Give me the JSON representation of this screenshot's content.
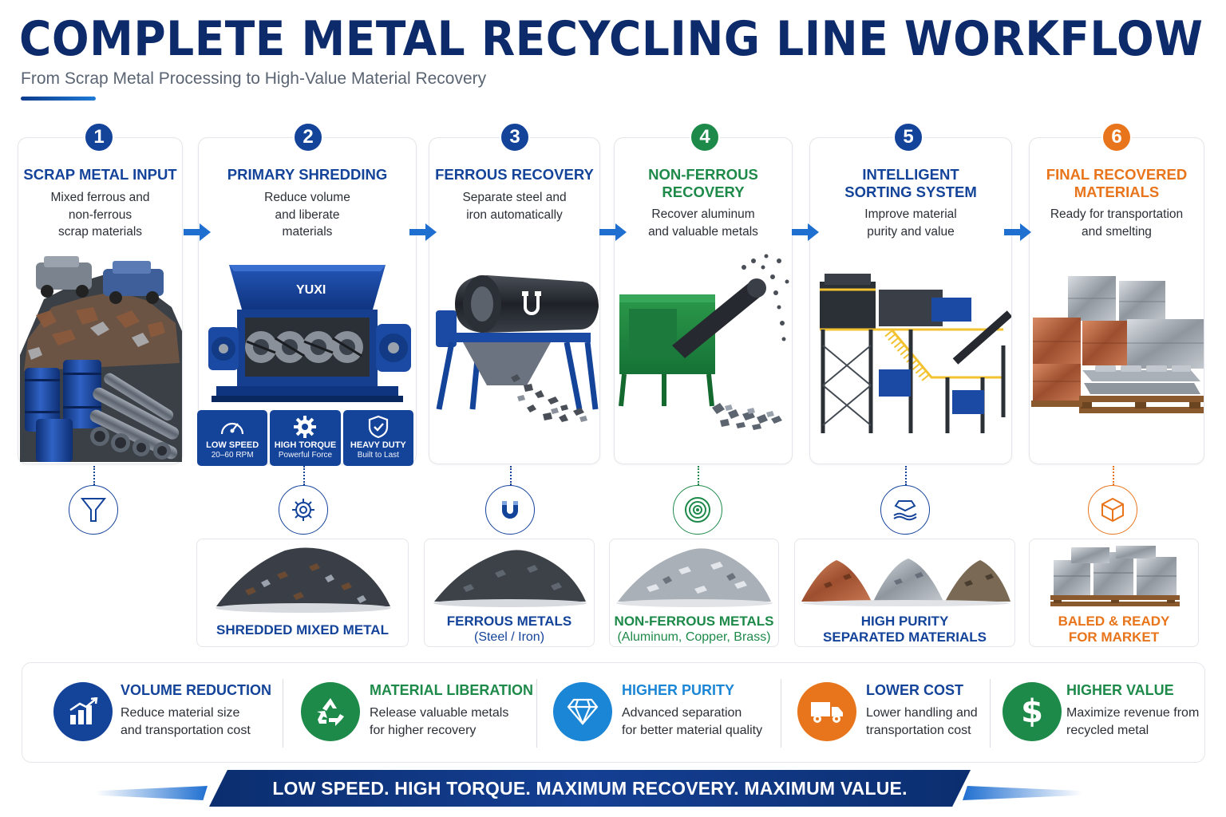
{
  "header": {
    "title": "COMPLETE METAL RECYCLING LINE WORKFLOW",
    "subtitle": "From Scrap Metal Processing to High-Value Material Recovery"
  },
  "colors": {
    "blue": "#14439a",
    "green": "#1e8a4a",
    "orange": "#e8741b",
    "navy": "#0d2a6b"
  },
  "steps": [
    {
      "number": "1",
      "title": "SCRAP METAL INPUT",
      "description": "Mixed ferrous and\nnon-ferrous\nscrap materials",
      "connector_icon": "funnel-icon"
    },
    {
      "number": "2",
      "title": "PRIMARY SHREDDING",
      "description": "Reduce volume\nand liberate\nmaterials",
      "machine_brand": "YUXI",
      "connector_icon": "gear-icon"
    },
    {
      "number": "3",
      "title": "FERROUS RECOVERY",
      "description": "Separate steel and\niron automatically",
      "connector_icon": "magnet-icon"
    },
    {
      "number": "4",
      "title_line1": "NON-FERROUS",
      "title_line2": "RECOVERY",
      "description": "Recover aluminum\nand valuable metals",
      "connector_icon": "eddy-current-icon"
    },
    {
      "number": "5",
      "title_line1": "INTELLIGENT",
      "title_line2": "SORTING SYSTEM",
      "description": "Improve material\npurity and value",
      "connector_icon": "sorting-hand-icon"
    },
    {
      "number": "6",
      "title_line1": "FINAL RECOVERED",
      "title_line2": "MATERIALS",
      "description": "Ready for transportation\nand smelting",
      "connector_icon": "box-icon"
    }
  ],
  "shredder_features": [
    {
      "label": "LOW SPEED",
      "sub": "20–60 RPM",
      "icon": "speedometer-icon"
    },
    {
      "label": "HIGH TORQUE",
      "sub": "Powerful Force",
      "icon": "gear-icon"
    },
    {
      "label": "HEAVY DUTY",
      "sub": "Built to Last",
      "icon": "shield-check-icon"
    }
  ],
  "outputs": [
    {
      "label": "SHREDDED MIXED METAL"
    },
    {
      "label": "FERROUS METALS",
      "sub": "(Steel / Iron)"
    },
    {
      "label": "NON-FERROUS METALS",
      "sub": "(Aluminum, Copper, Brass)"
    },
    {
      "label_line1": "HIGH PURITY",
      "label_line2": "SEPARATED MATERIALS"
    },
    {
      "label_line1": "BALED & READY",
      "label_line2": "FOR MARKET"
    }
  ],
  "benefits": [
    {
      "title": "VOLUME REDUCTION",
      "description": "Reduce material size\nand transportation cost",
      "icon": "bar-chart-icon"
    },
    {
      "title": "MATERIAL LIBERATION",
      "description": "Release valuable metals\nfor higher recovery",
      "icon": "recycle-icon"
    },
    {
      "title": "HIGHER PURITY",
      "description": "Advanced separation\nfor better material quality",
      "icon": "diamond-icon"
    },
    {
      "title": "LOWER COST",
      "description": "Lower handling and\ntransportation cost",
      "icon": "truck-icon"
    },
    {
      "title": "HIGHER VALUE",
      "description": "Maximize revenue from\nrecycled metal",
      "icon": "dollar-icon"
    }
  ],
  "banner": {
    "text": "LOW SPEED. HIGH TORQUE. MAXIMUM RECOVERY. MAXIMUM VALUE."
  }
}
